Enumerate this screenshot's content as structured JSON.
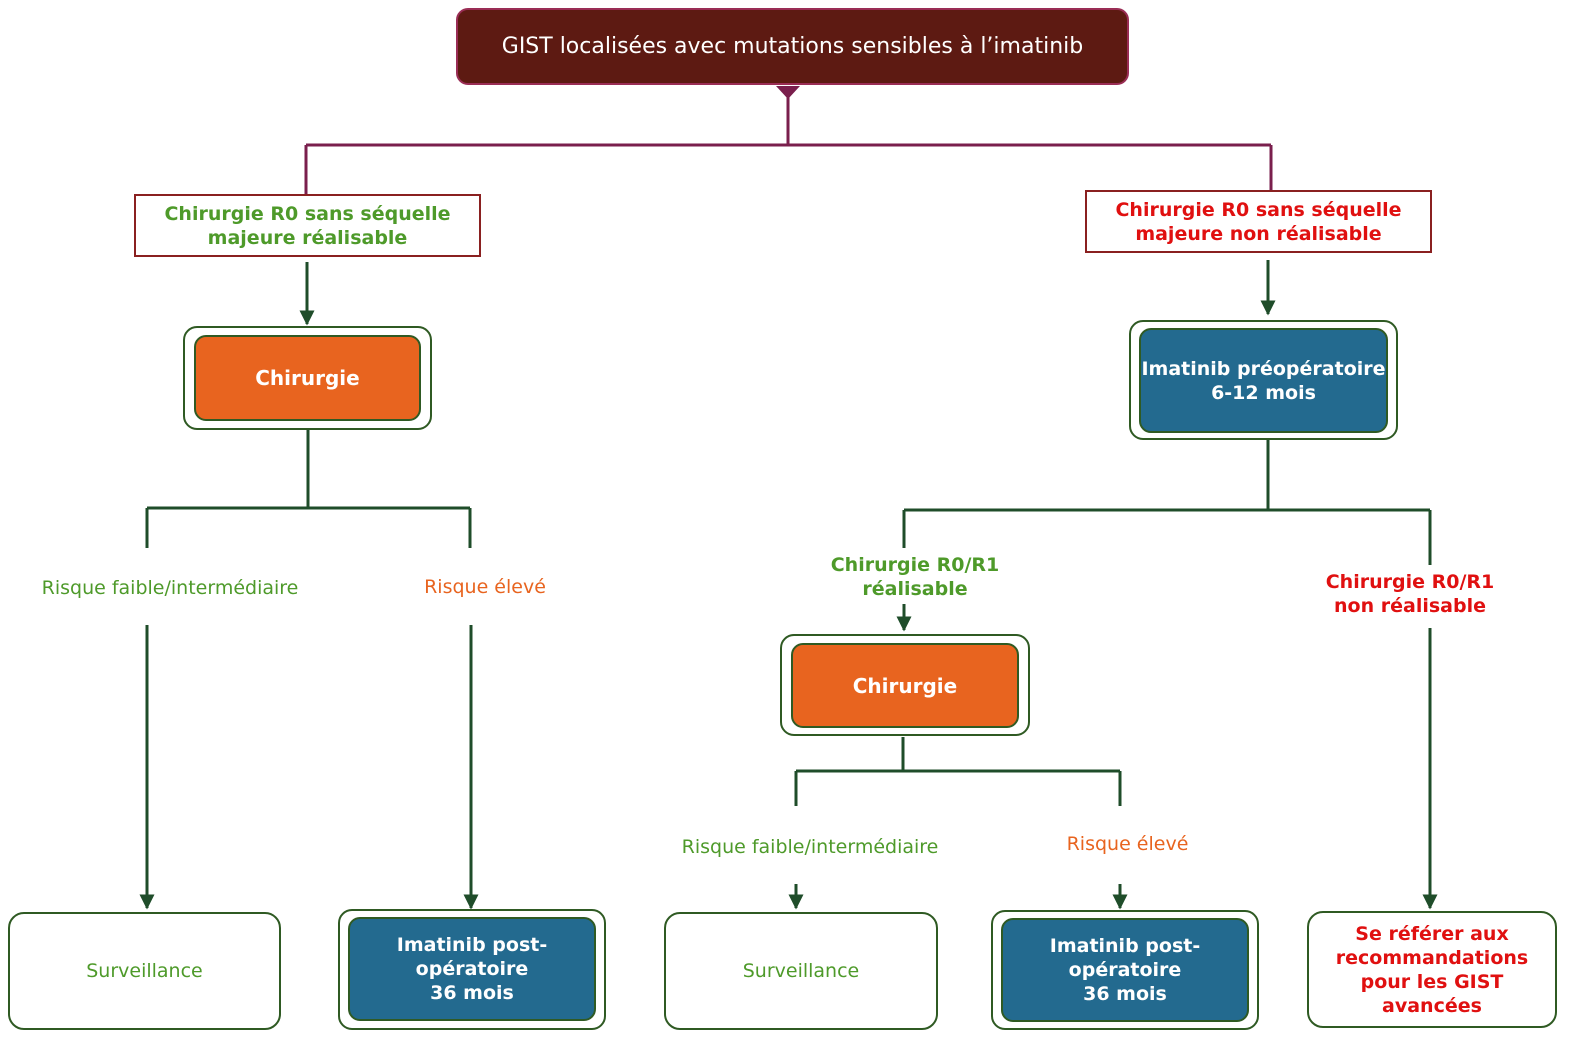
{
  "title": "GIST localisées avec mutations sensibles à l’imatinib",
  "colors": {
    "title_bg": "#5d1a12",
    "green": "#4e9a2a",
    "red": "#e01010",
    "orange": "#e8641f",
    "blue": "#236a8f",
    "border_green": "#2f5a23",
    "connector_top": "#7a1f4d"
  },
  "left": {
    "condition": "Chirurgie R0 sans séquelle\nmajeure réalisable",
    "surgery": "Chirurgie",
    "risk_low": "Risque faible/intermédiaire",
    "risk_high": "Risque élevé",
    "outcome_low": "Surveillance",
    "outcome_high": "Imatinib post-opératoire\n36 mois"
  },
  "right": {
    "condition": "Chirurgie R0 sans séquelle\nmajeure non réalisable",
    "neoadjuvant": "Imatinib préopératoire\n6-12 mois",
    "feasible": "Chirurgie R0/R1\nréalisable",
    "not_feasible": "Chirurgie R0/R1\nnon réalisable",
    "surgery": "Chirurgie",
    "risk_low": "Risque faible/intermédiaire",
    "risk_high": "Risque élevé",
    "outcome_low": "Surveillance",
    "outcome_high": "Imatinib post-\nopératoire\n36 mois",
    "outcome_advanced": "Se référer aux\nrecommandations\npour les GIST\navancées"
  }
}
